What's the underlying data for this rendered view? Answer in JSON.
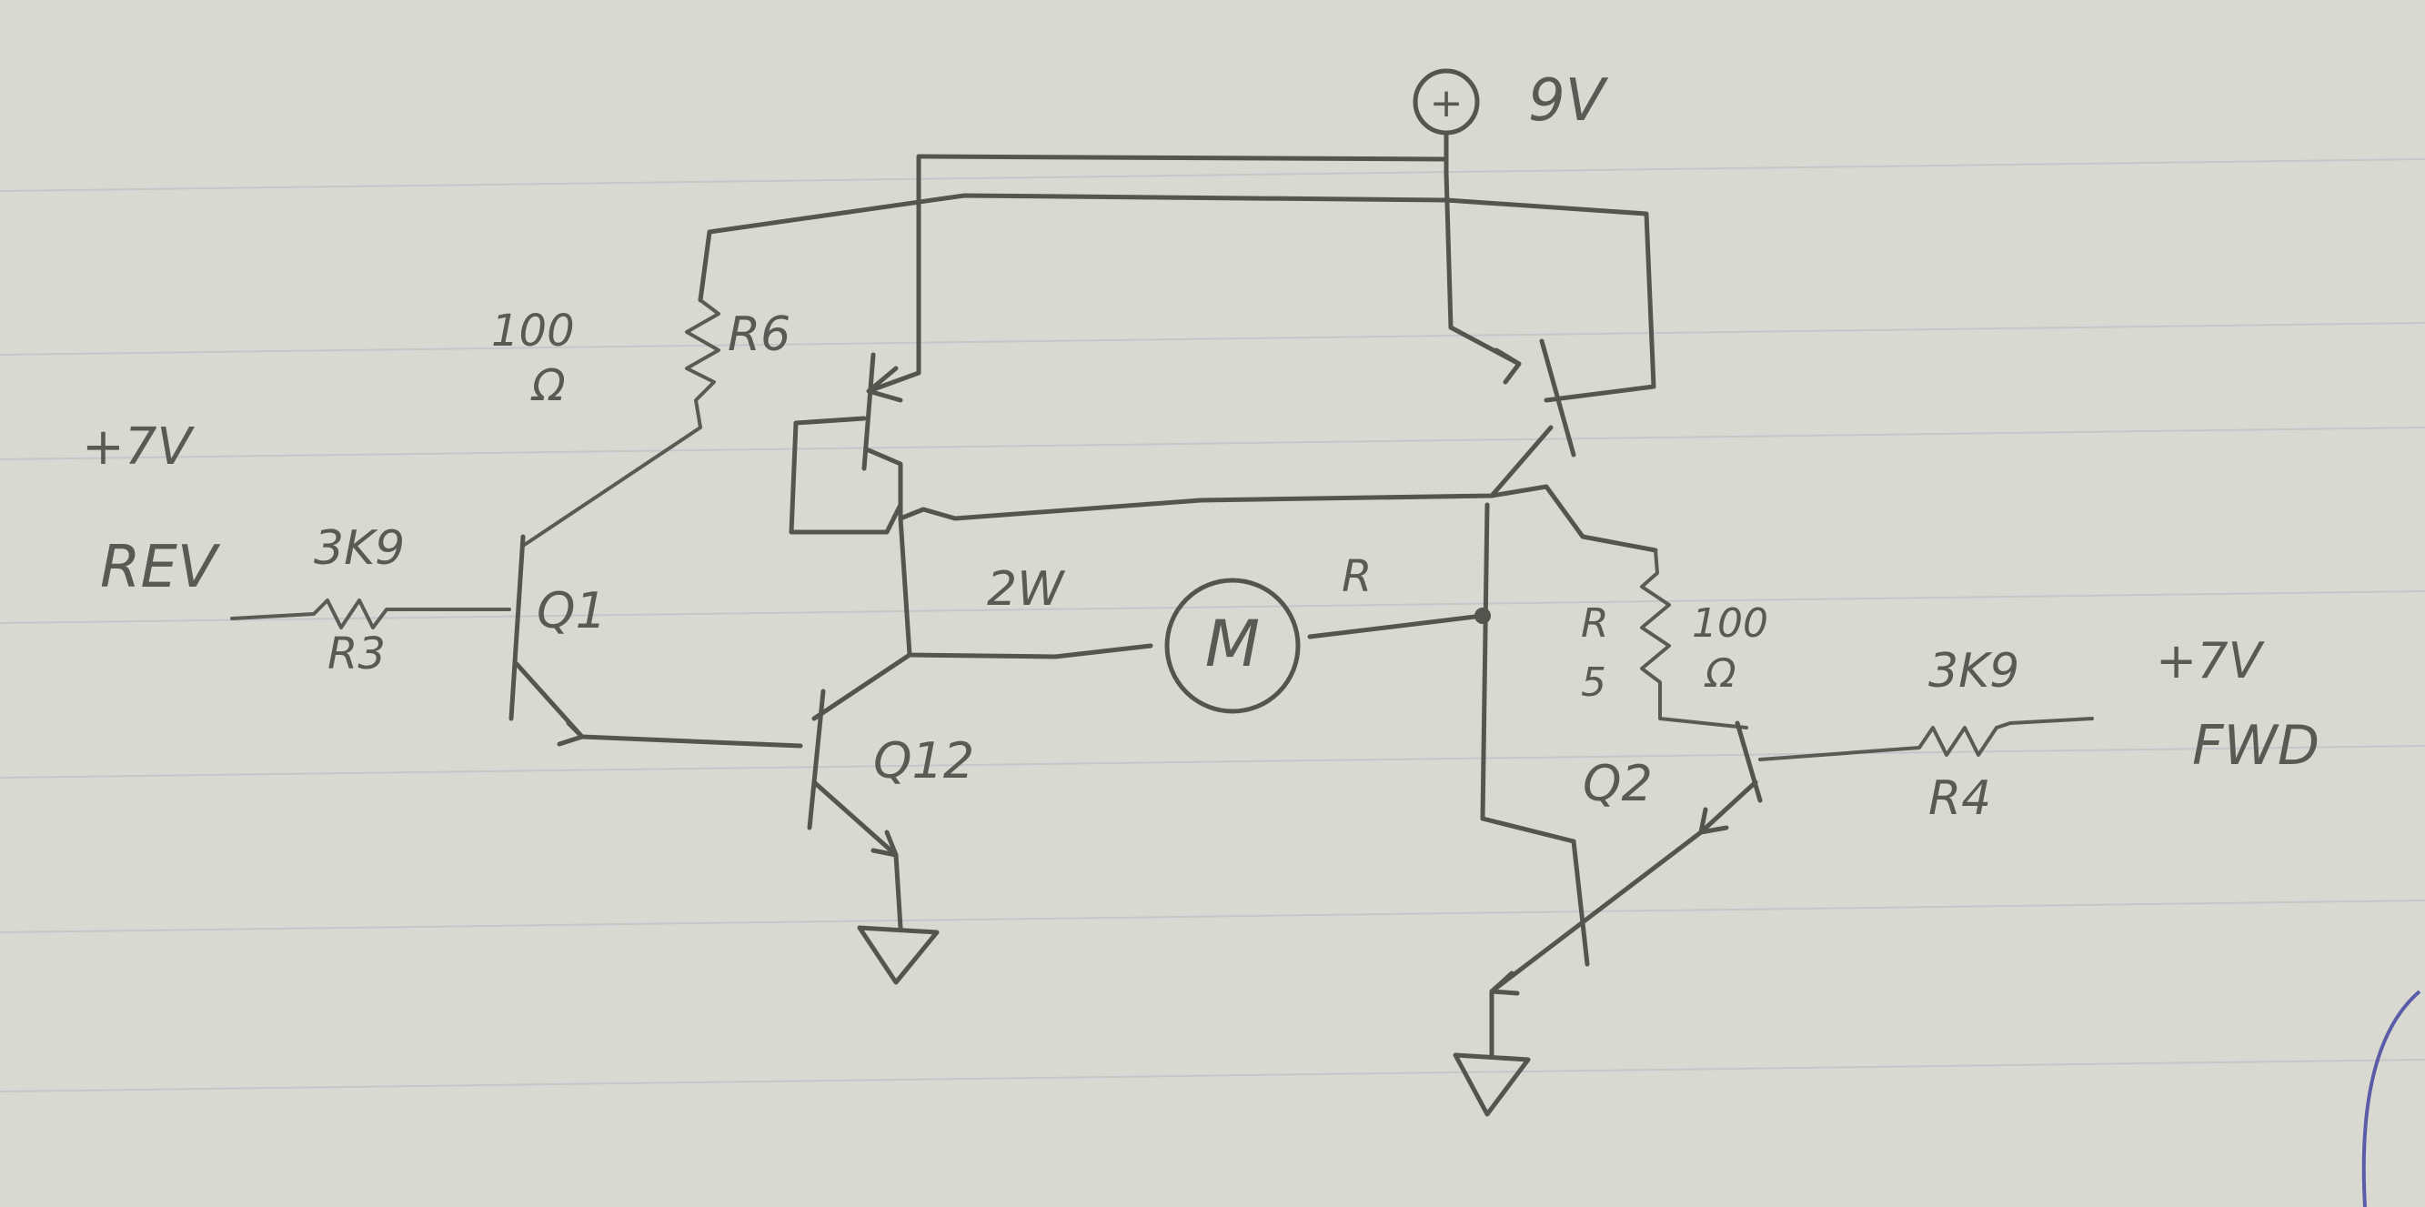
{
  "supply": {
    "symbol": "+",
    "voltage": "9V"
  },
  "rev_input": {
    "voltage": "+7V",
    "name": "REV"
  },
  "fwd_input": {
    "voltage": "+7V",
    "name": "FWD"
  },
  "resistors": {
    "r3": {
      "value": "3K9",
      "ref": "R3"
    },
    "r4": {
      "value": "3K9",
      "ref": "R4"
    },
    "r5": {
      "value_line1": "100",
      "value_line2": "Ω",
      "ref_line1": "R",
      "ref_line2": "5"
    },
    "r6": {
      "value_line1": "100",
      "value_line2": "Ω",
      "ref": "R6"
    }
  },
  "transistors": {
    "q1": "Q1",
    "q2": "Q2",
    "q12": "Q12"
  },
  "motor": {
    "symbol": "M",
    "power": "2W",
    "node": "R"
  },
  "colors": {
    "paper": "#d9d9d2",
    "ink": "#55554f",
    "rule": "#c3c7c9",
    "margin_ink": "#5a5ca8"
  }
}
